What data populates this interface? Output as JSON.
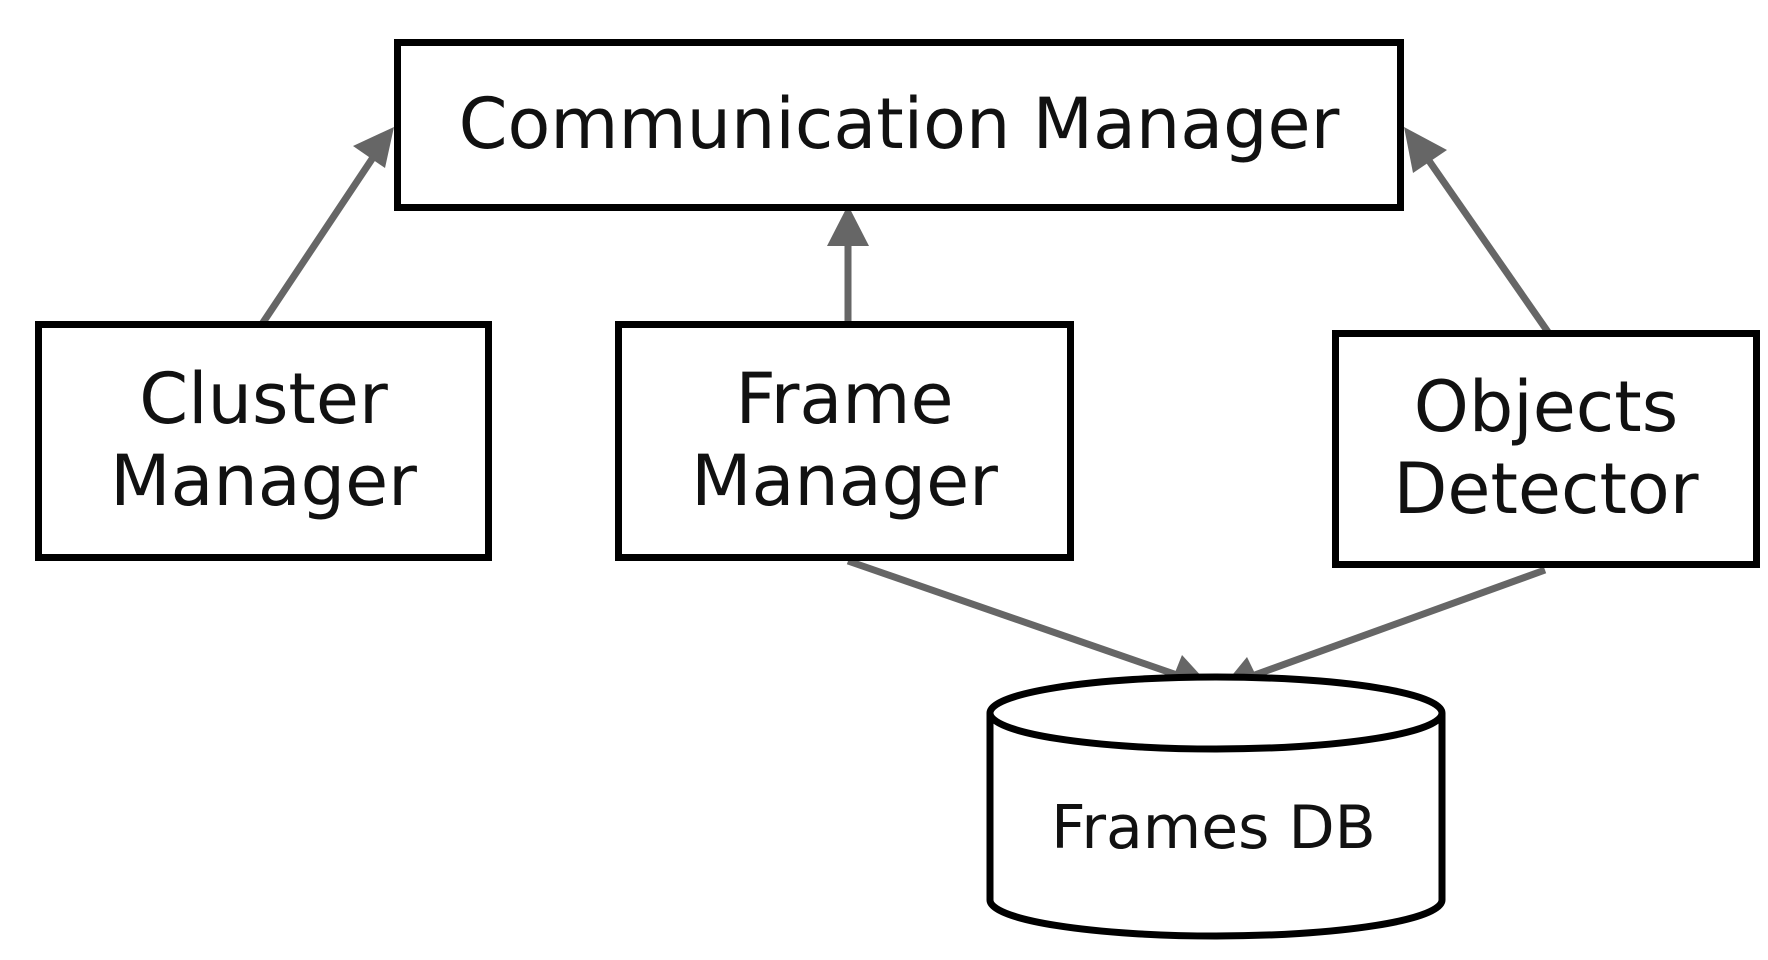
{
  "nodes": {
    "communication_manager": "Communication Manager",
    "cluster_manager": "Cluster\nManager",
    "frame_manager": "Frame\nManager",
    "objects_detector": "Objects\nDetector",
    "frames_db": "Frames DB"
  },
  "colors": {
    "box_border": "#000000",
    "arrow": "#666666",
    "text": "#111111"
  }
}
